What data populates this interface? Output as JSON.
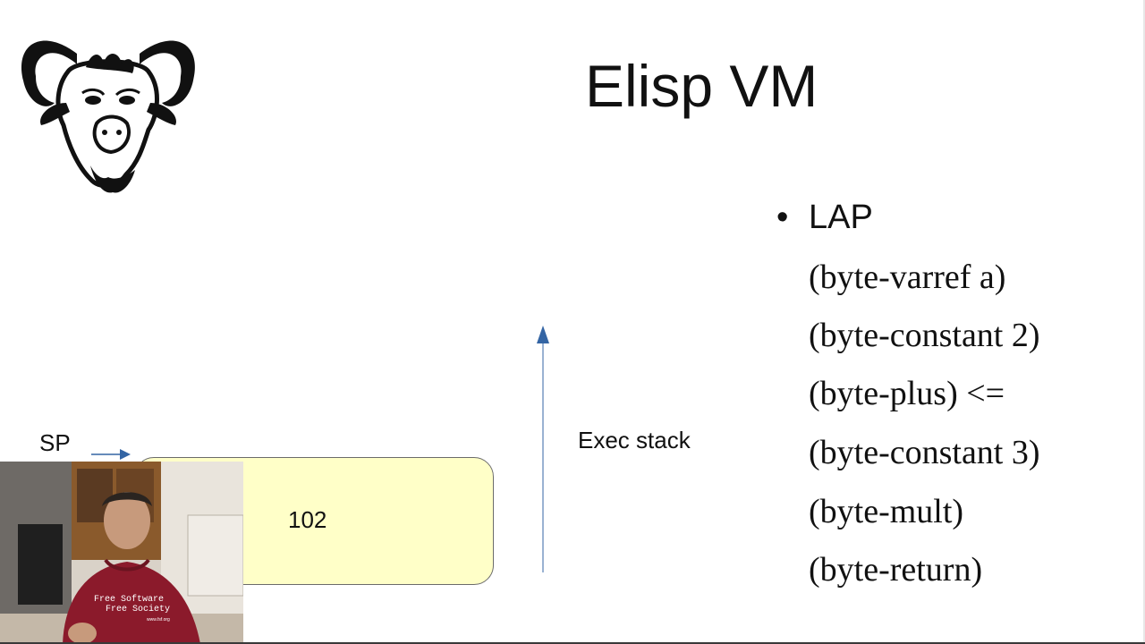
{
  "slide": {
    "title": "Elisp VM",
    "bullet": "LAP",
    "code_lines": [
      "(byte-varref a)",
      "(byte-constant 2)",
      "(byte-plus) <=",
      "(byte-constant 3)",
      "(byte-mult)",
      "(byte-return)"
    ]
  },
  "diagram": {
    "sp_label": "SP",
    "stack_value": "102",
    "exec_label": "Exec stack"
  },
  "webcam": {
    "shirt_line1": "Free Software",
    "shirt_line2": "Free Society",
    "shirt_url": "www.fsf.org"
  },
  "colors": {
    "stack_fill": "#ffffc8",
    "arrow_blue": "#3465a4",
    "hoodie": "#8b1a2b"
  }
}
